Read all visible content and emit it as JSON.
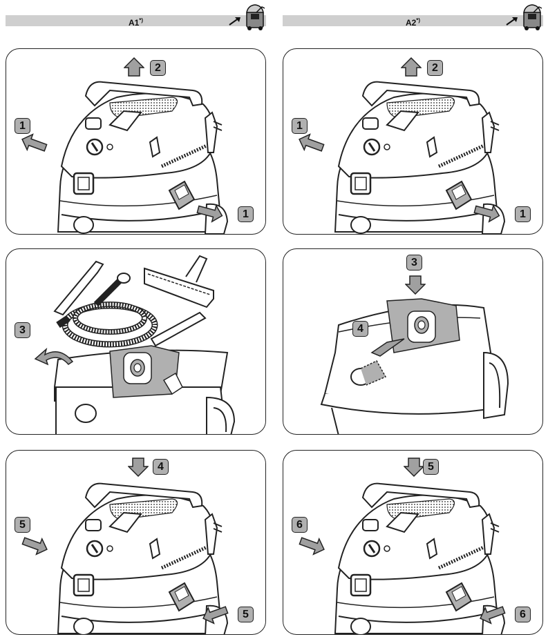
{
  "headers": [
    {
      "label": "A1",
      "note": "*)"
    },
    {
      "label": "A2",
      "note": "*)"
    }
  ],
  "icons": {
    "header_arrow": "pointer-arrow-icon",
    "vacuum_thumb": "vacuum-thumbnail-icon",
    "step_arrow": "step-arrow-icon"
  },
  "colors": {
    "header_bg": "#cfcfcf",
    "badge_fill": "#b0b0b0",
    "arrow_fill": "#a0a0a0",
    "outline": "#222222"
  },
  "panels": {
    "a1_p1": {
      "badges": [
        "2",
        "1",
        "1"
      ]
    },
    "a1_p2": {
      "badges": [
        "3"
      ]
    },
    "a1_p3": {
      "badges": [
        "4",
        "5",
        "5"
      ]
    },
    "a2_p1": {
      "badges": [
        "2",
        "1",
        "1"
      ]
    },
    "a2_p2": {
      "badges": [
        "3",
        "4"
      ]
    },
    "a2_p3": {
      "badges": [
        "5",
        "6",
        "6"
      ]
    }
  }
}
